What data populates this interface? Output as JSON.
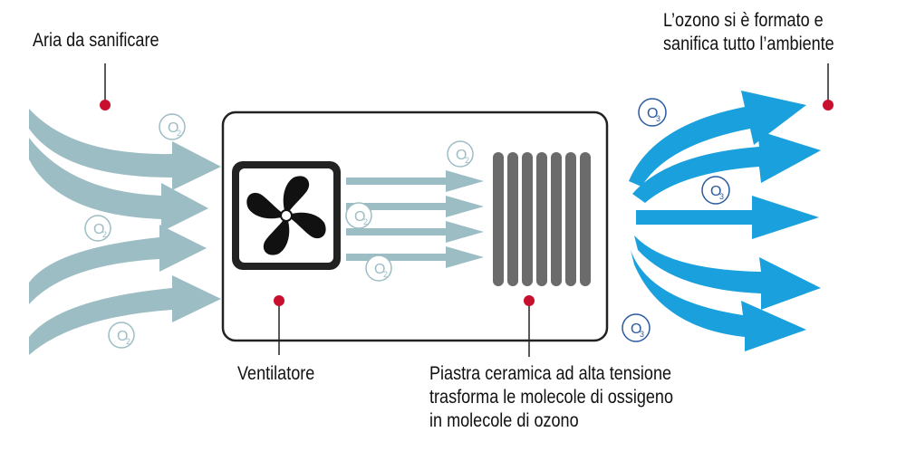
{
  "labels": {
    "air_in": "Aria da sanificare",
    "ozone_out": [
      "L’ozono si è formato e",
      "sanifica tutto l’ambiente"
    ],
    "fan": "Ventilatore",
    "plate": [
      "Piastra ceramica ad alta tensione",
      "trasforma le molecole di ossigeno",
      "in molecole di ozono"
    ]
  },
  "molecules": {
    "oxygen": {
      "symbol": "O",
      "subscript": "2"
    },
    "ozone": {
      "symbol": "O",
      "subscript": "3"
    }
  },
  "colors": {
    "inlet_arrow": "#9dbdc4",
    "outlet_arrow": "#1aa0dc",
    "marker_dot": "#c8102e",
    "device_border": "#222222",
    "fan_box": "#222222",
    "plate_bar": "#6b6b6b",
    "oxygen_circle": "#9dbdc4",
    "ozone_circle": "#2a5aa0"
  },
  "icons": [
    "fan-icon",
    "ceramic-plate-icon"
  ]
}
